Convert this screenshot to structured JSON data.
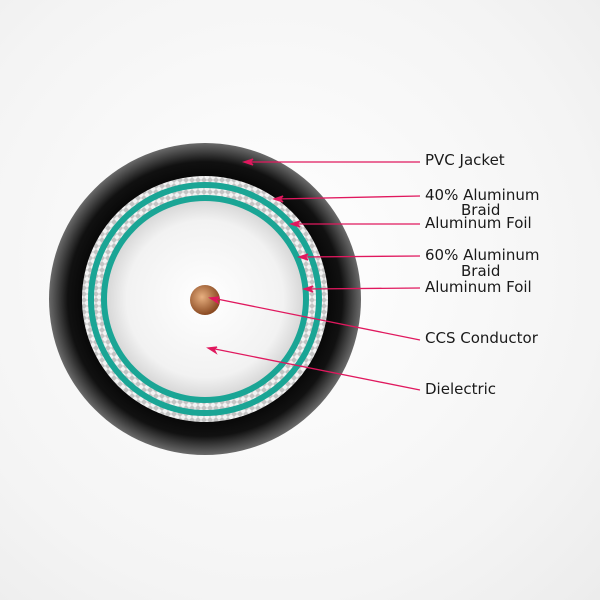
{
  "title": "Coaxial cable cross-section",
  "labels": {
    "jacket": "PVC Jacket",
    "braid_outer_line1": "40% Aluminum",
    "braid_outer_line2": "Braid",
    "foil_outer": "Aluminum Foil",
    "braid_inner_line1": "60% Aluminum",
    "braid_inner_line2": "Braid",
    "foil_inner": "Aluminum Foil",
    "conductor": "CCS Conductor",
    "dielectric": "Dielectric"
  },
  "colors": {
    "jacket": "#000000",
    "foil": "#1aa595",
    "braid": "#c8c8c8",
    "conductor": "#b36a35",
    "leader": "#e0185e"
  }
}
